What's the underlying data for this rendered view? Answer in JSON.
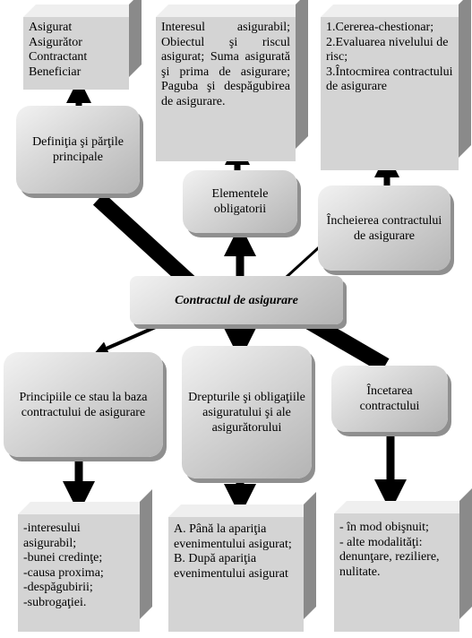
{
  "top_boxes": {
    "parties_list": [
      "Asigurat",
      "Asigurător",
      "Contractant",
      "Beneficiar"
    ],
    "elements_list": "Interesul asigurabil; Obiectul şi riscul asigurat; Suma asigurată şi prima de asigurare; Paguba şi despăgubirea de asigurare.",
    "steps_list": [
      "1.Cererea-chestionar;",
      "2.Evaluarea nivelului de risc;",
      "3.Întocmirea contractului de asigurare"
    ]
  },
  "mid_nodes": {
    "definition": "Definiţia şi părţile principale",
    "mandatory": "Elementele obligatorii",
    "conclusion": "Încheierea contractului de asigurare"
  },
  "center": {
    "title": "Contractul de asigurare"
  },
  "lower_nodes": {
    "principles": "Principiile ce stau la baza contractului de asigurare",
    "rights": "Drepturile şi obligaţiile asiguratului şi ale asigurătorului",
    "termination": "Încetarea contractului"
  },
  "bottom_boxes": {
    "principles_list": [
      "-interesului asigurabil;",
      "-bunei credinţe;",
      "-causa proxima;",
      "-despăgubirii;",
      "-subrogaţiei."
    ],
    "rights_list": [
      "A. Până la apariţia evenimentului asigurat;",
      "B. După apariţia evenimentului asigurat"
    ],
    "termination_list": [
      "- în mod obişnuit;",
      "- alte modalităţi: denunţare, reziliere, nulitate."
    ]
  }
}
